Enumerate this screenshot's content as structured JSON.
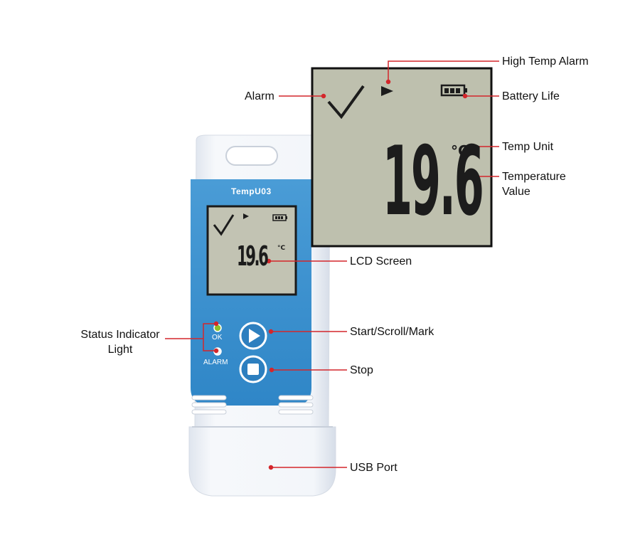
{
  "device": {
    "model": "TempU03",
    "led_ok_label": "OK",
    "led_alarm_label": "ALARM"
  },
  "lcd": {
    "temperature": "19.6",
    "unit": "°C"
  },
  "callouts": {
    "high_temp_alarm": "High Temp Alarm",
    "alarm": "Alarm",
    "battery_life": "Battery Life",
    "temp_unit": "Temp Unit",
    "temperature_value": "Temperature\nValue",
    "lcd_screen": "LCD Screen",
    "start_scroll_mark": "Start/Scroll/Mark",
    "stop": "Stop",
    "status_indicator_light": "Status Indicator\nLight",
    "usb_port": "USB Port"
  },
  "colors": {
    "callout_line": "#d4262b",
    "panel_blue": "#3d93cf",
    "lcd_bg": "#bdbfae",
    "body": "#eef2f7"
  },
  "icons": [
    "checkmark-icon",
    "high-alarm-triangle-icon",
    "battery-icon",
    "play-icon",
    "stop-icon"
  ]
}
